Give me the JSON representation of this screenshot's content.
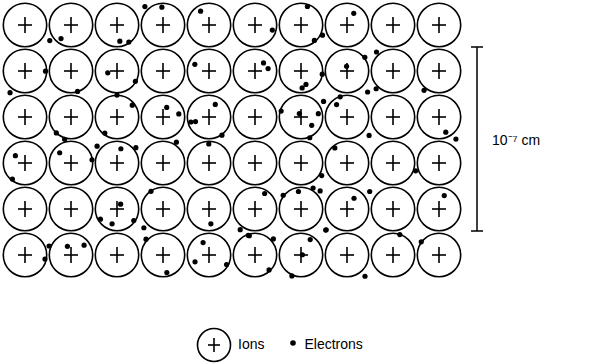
{
  "diagram": {
    "labels": [
      "10⁻⁷ cm"
    ],
    "legend": [
      {
        "text": "Ions"
      },
      {
        "text": "Electrons"
      }
    ]
  }
}
